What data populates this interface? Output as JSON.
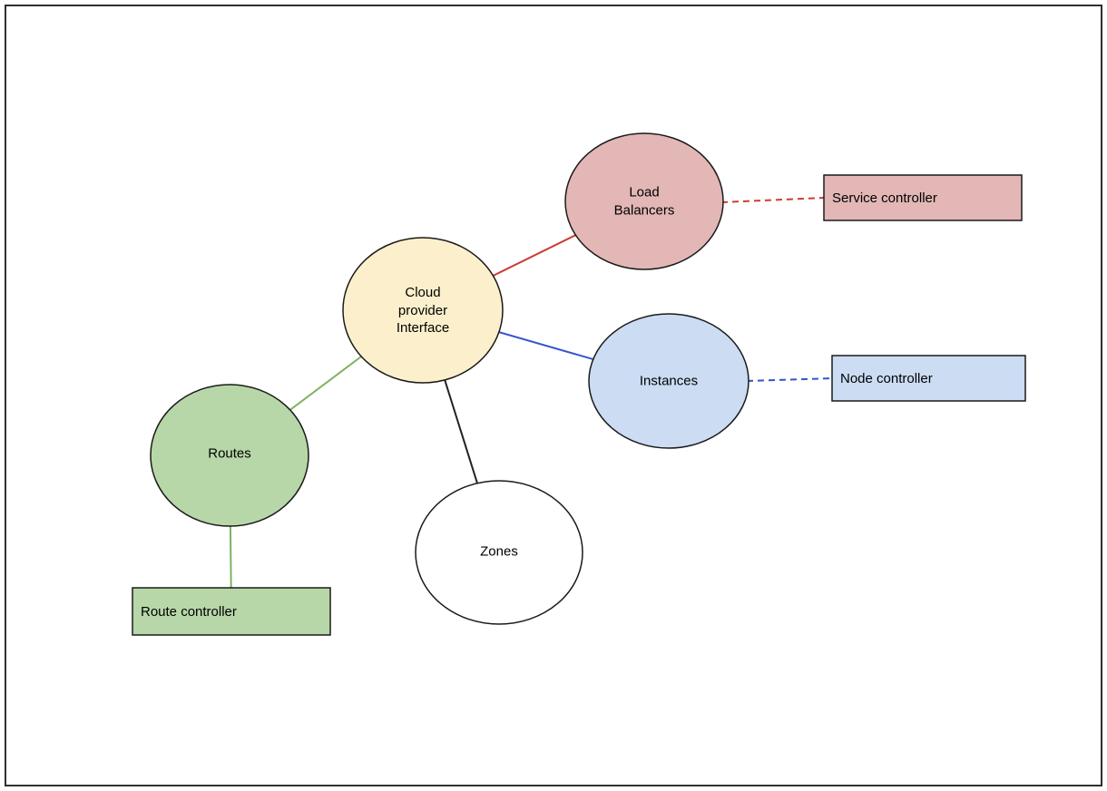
{
  "diagram": {
    "nodes": {
      "cloud_provider_interface": {
        "label": "Cloud provider Interface",
        "fill": "#fcf0cc"
      },
      "load_balancers": {
        "label": "Load Balancers",
        "fill": "#e2b7b5"
      },
      "instances": {
        "label": "Instances",
        "fill": "#cbdcf3"
      },
      "routes": {
        "label": "Routes",
        "fill": "#b7d7a8"
      },
      "zones": {
        "label": "Zones",
        "fill": "#ffffff"
      }
    },
    "controllers": {
      "service_controller": {
        "label": "Service controller",
        "fill": "#e2b7b5"
      },
      "node_controller": {
        "label": "Node controller",
        "fill": "#cbdcf3"
      },
      "route_controller": {
        "label": "Route controller",
        "fill": "#b7d7a8"
      }
    },
    "edge_colors": {
      "red": "#cc3b33",
      "blue": "#3355cc",
      "green": "#7fb25f",
      "black": "#222222"
    },
    "shape_stroke": "#1a1a1a"
  }
}
